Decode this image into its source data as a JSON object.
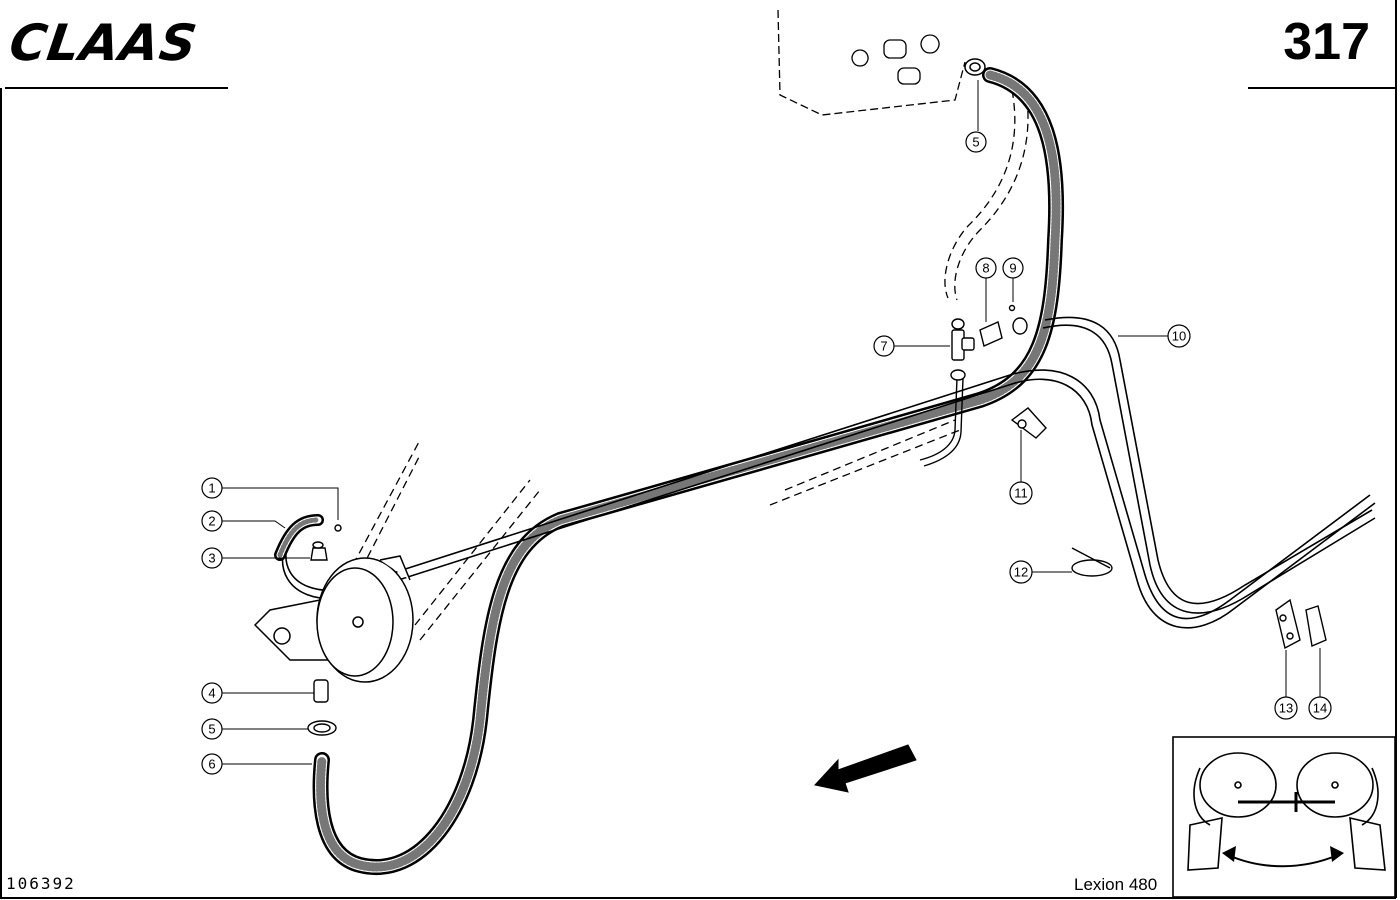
{
  "header": {
    "brand": "CLAAS",
    "page_number": "317"
  },
  "footer": {
    "drawing_number": "106392",
    "model": "Lexion 480"
  },
  "callouts": [
    "1",
    "2",
    "3",
    "4",
    "5",
    "6",
    "7",
    "8",
    "9",
    "10",
    "11",
    "12",
    "13",
    "14"
  ],
  "callout_top_5": "5"
}
